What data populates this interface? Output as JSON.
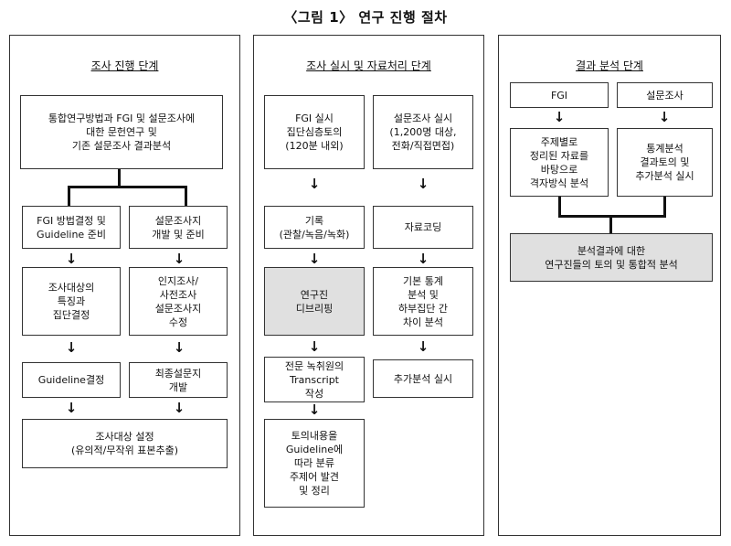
{
  "figure_title": "〈그림 1〉 연구 진행 절차",
  "arrow_glyph": "↓",
  "panel1": {
    "header": "조사 진행 단계",
    "top_box": "통합연구방법과 FGI 및 설문조사에\n대한 문헌연구 및\n기존 설문조사 결과분석",
    "left": [
      "FGI 방법결정 및\nGuideline 준비",
      "조사대상의\n특징과\n집단결정",
      "Guideline결정"
    ],
    "right": [
      "설문조사지\n개발 및 준비",
      "인지조사/\n사전조사\n설문조사지\n수정",
      "최종설문지\n개발"
    ],
    "bottom_box": "조사대상 설정\n(유의적/무작위 표본추출)"
  },
  "panel2": {
    "header": "조사 실시 및 자료처리 단계",
    "left": [
      "FGI 실시\n집단심층토의\n(120분 내외)",
      "기록\n(관찰/녹음/녹화)",
      "연구진\n디브리핑",
      "전문 녹취원의\nTranscript\n작성",
      "토의내용을\nGuideline에\n따라 분류\n주제어 발견\n및 정리"
    ],
    "right": [
      "설문조사 실시\n(1,200명 대상,\n전화/직접면접)",
      "자료코딩",
      "기본 통계\n분석 및\n하부집단 간\n차이 분석",
      "추가분석 실시"
    ]
  },
  "panel3": {
    "header": "결과 분석 단계",
    "left": [
      "FGI",
      "주제별로\n정리된 자료를\n바탕으로\n격자방식 분석"
    ],
    "right": [
      "설문조사",
      "통계분석\n결과토의 및\n추가분석 실시"
    ],
    "bottom_box": "분석결과에 대한\n연구진들의 토의 및 통합적 분석"
  }
}
